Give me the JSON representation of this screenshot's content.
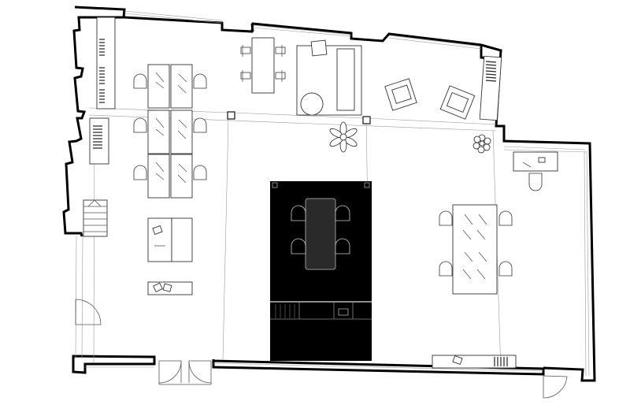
{
  "plan": {
    "rooms": [
      {
        "id": "open-office"
      },
      {
        "id": "meeting-room"
      },
      {
        "id": "lounge"
      }
    ],
    "desk_cluster_rows": 3,
    "meeting_table_chairs": 4,
    "right_table_chairs": 4,
    "entrance_doors": 2
  }
}
